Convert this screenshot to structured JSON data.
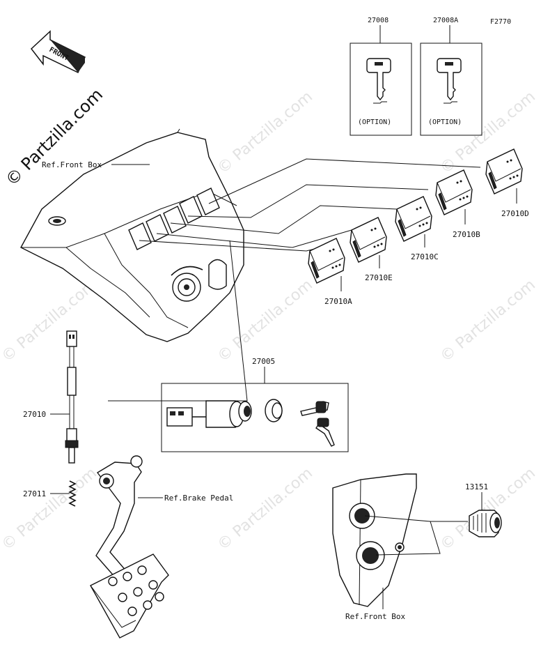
{
  "diagram_code": "F2770",
  "front_arrow_label": "FRONT",
  "copyright_watermark": "© Partzilla.com",
  "keys": [
    {
      "part_no": "27008",
      "note": "(OPTION)"
    },
    {
      "part_no": "27008A",
      "note": "(OPTION)"
    }
  ],
  "references": {
    "front_box_top": "Ref.Front Box",
    "brake_pedal": "Ref.Brake Pedal",
    "front_box_bottom": "Ref.Front Box"
  },
  "switches": [
    {
      "part_no": "27010A"
    },
    {
      "part_no": "27010E"
    },
    {
      "part_no": "27010C"
    },
    {
      "part_no": "27010B"
    },
    {
      "part_no": "27010D"
    }
  ],
  "ignition_switch_set": "27005",
  "brake_switch": "27010",
  "spring": "27011",
  "socket": "13151"
}
